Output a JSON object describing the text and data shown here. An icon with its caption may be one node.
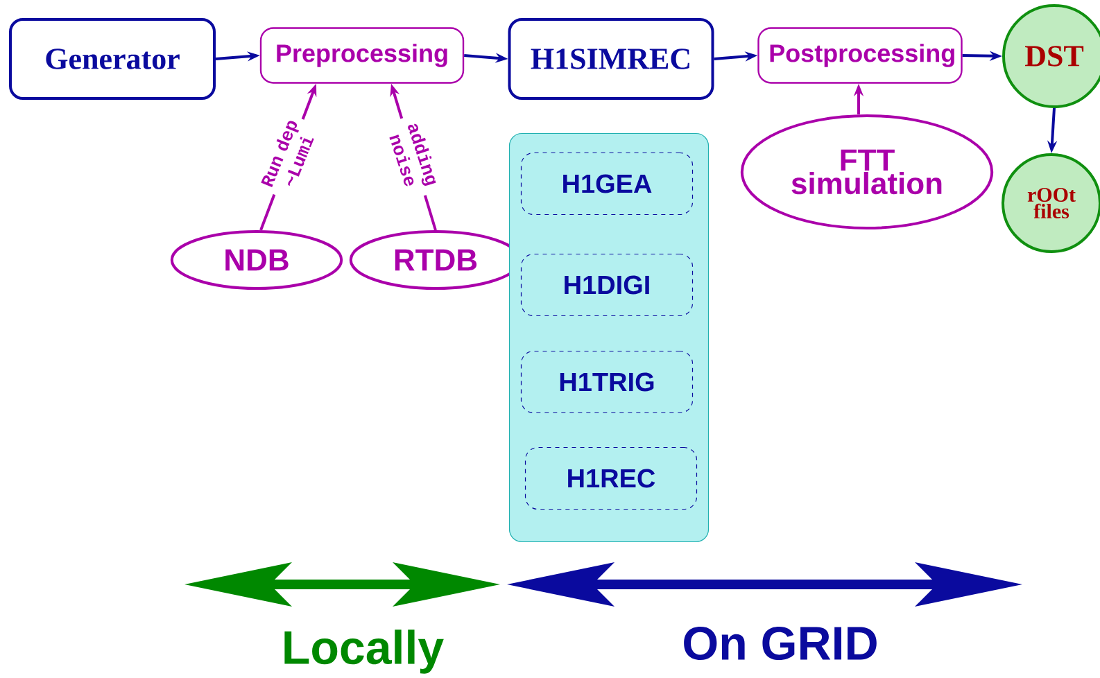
{
  "diagram": {
    "nodes": [
      {
        "text": [
          "Generator"
        ]
      },
      {
        "text": [
          "Preprocessing"
        ]
      },
      {
        "text": [
          "H1SIMREC"
        ]
      },
      {
        "text": [
          "Postprocessing"
        ]
      },
      {
        "text": [
          "DST"
        ]
      },
      {
        "text": [
          "NDB"
        ]
      },
      {
        "text": [
          "RTDB"
        ]
      },
      {
        "text": [
          "FTT simulation"
        ]
      },
      {
        "text": [
          "rOOt files"
        ]
      },
      {
        "text": [],
        "shape": "box"
      },
      {
        "text": [
          "H1GEA"
        ],
        "in": 9
      },
      {
        "text": [
          "H1DIGI"
        ],
        "in": 9
      },
      {
        "text": [
          "H1TRIG"
        ],
        "in": 9
      },
      {
        "text": [
          "H1REC"
        ],
        "in": 9
      }
    ],
    "edges": [
      {
        "from": 0,
        "to": 1,
        "arrow": "to"
      },
      {
        "from": 1,
        "to": 2,
        "arrow": "to"
      },
      {
        "from": 2,
        "to": 3,
        "arrow": "to"
      },
      {
        "from": 3,
        "to": 4,
        "arrow": "to"
      },
      {
        "from": 4,
        "to": 8,
        "arrow": "to"
      },
      {
        "from": 5,
        "to": 1,
        "arrow": "to",
        "label": "Run dep ~Lumi",
        "color": "#aa00aa"
      },
      {
        "from": 6,
        "to": 1,
        "arrow": "to",
        "label": "adding noise",
        "color": "#aa00aa"
      },
      {
        "from": 7,
        "to": 3,
        "arrow": "to",
        "color": "#aa00aa"
      }
    ],
    "labels": [
      "Locally",
      "On GRID"
    ]
  }
}
